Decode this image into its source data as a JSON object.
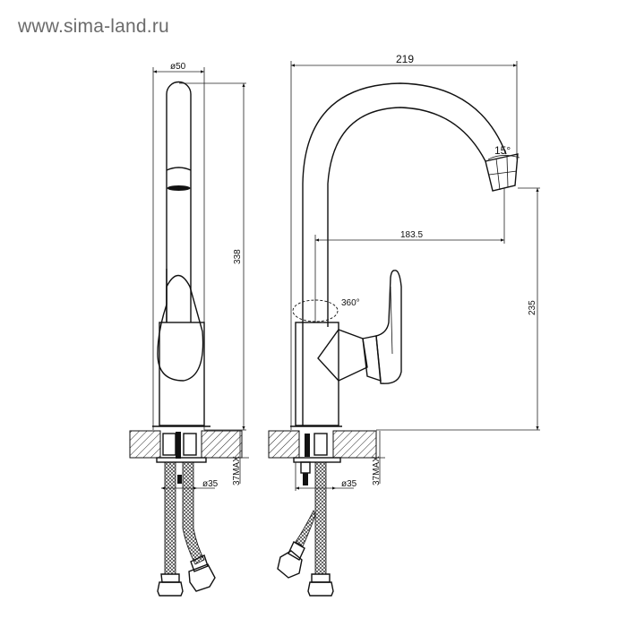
{
  "watermark": "www.sima-land.ru",
  "side_view": {
    "diameter_label": "ø50",
    "height_label": "338",
    "hole_diameter_label": "ø35",
    "max_thickness_label": "37MAX"
  },
  "front_view": {
    "width_label": "219",
    "angle_label": "15°",
    "reach_label": "183.5",
    "rotation_label": "360°",
    "spout_height_label": "235",
    "hole_diameter_label": "ø35",
    "max_thickness_label": "37MAX"
  }
}
